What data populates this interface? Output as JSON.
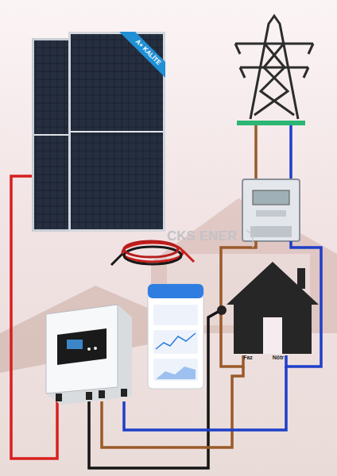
{
  "diagram": {
    "labels": [
      "A+ KALİTE",
      "CKS ENER",
      "Faz",
      "Nötr"
    ]
  }
}
